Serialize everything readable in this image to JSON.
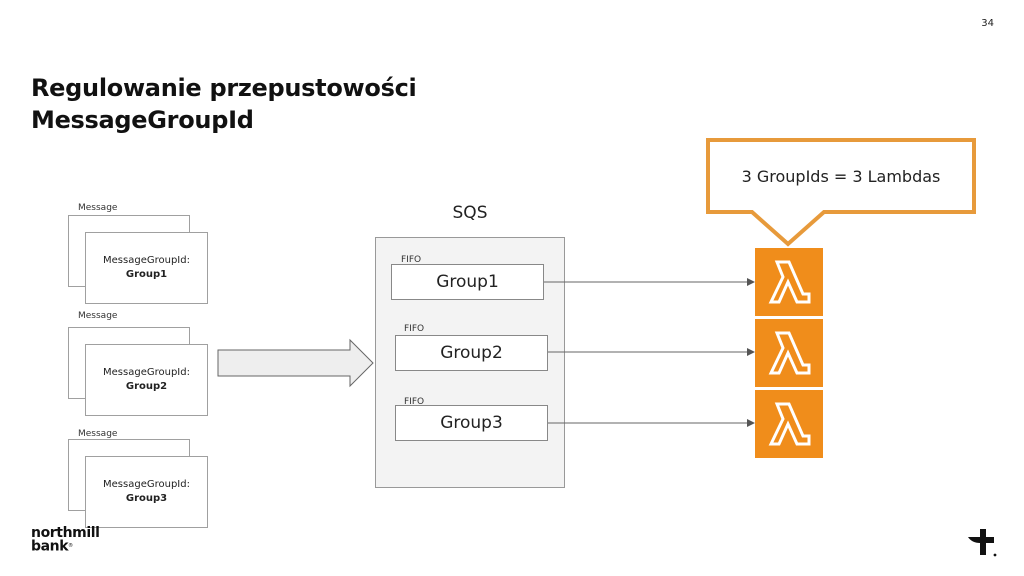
{
  "page_number": "34",
  "title_line1": "Regulowanie przepustowości",
  "title_line2": "MessageGroupId",
  "messages": [
    {
      "label": "Message",
      "key": "MessageGroupId:",
      "group": "Group1"
    },
    {
      "label": "Message",
      "key": "MessageGroupId:",
      "group": "Group2"
    },
    {
      "label": "Message",
      "key": "MessageGroupId:",
      "group": "Group3"
    }
  ],
  "sqs": {
    "title": "SQS",
    "queues": [
      {
        "type": "FIFO",
        "name": "Group1"
      },
      {
        "type": "FIFO",
        "name": "Group2"
      },
      {
        "type": "FIFO",
        "name": "Group3"
      }
    ]
  },
  "callout": {
    "text": "3 GroupIds = 3 Lambdas"
  },
  "lambdas": [
    {
      "icon": "lambda-icon"
    },
    {
      "icon": "lambda-icon"
    },
    {
      "icon": "lambda-icon"
    }
  ],
  "brand": {
    "line1": "northmill",
    "line2": "bank"
  },
  "colors": {
    "lambda_orange": "#f08d1b",
    "callout_border": "#e79a3b",
    "arrow_fill": "#eeeeee",
    "sqs_background": "#f3f3f3"
  }
}
